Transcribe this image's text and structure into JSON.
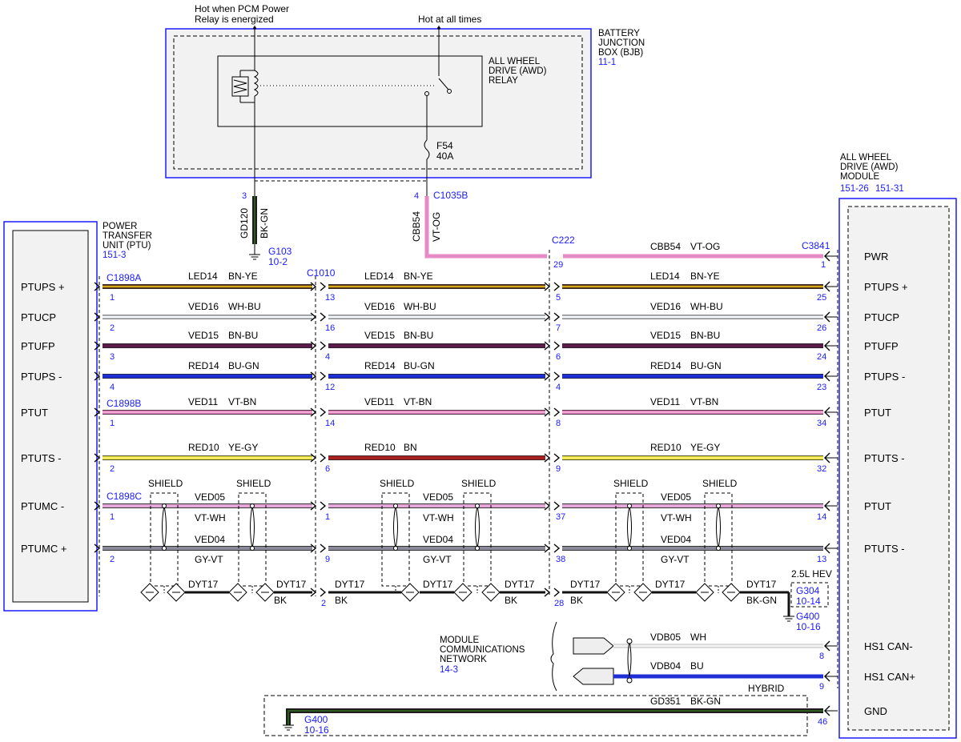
{
  "notes": {
    "hot_pcm": [
      "Hot when PCM Power",
      "Relay is energized"
    ],
    "hot_all": "Hot at all times"
  },
  "bjb": {
    "title": [
      "BATTERY",
      "JUNCTION",
      "BOX (BJB)"
    ],
    "ref": "11-1"
  },
  "relay": {
    "title": [
      "ALL WHEEL",
      "DRIVE (AWD)",
      "RELAY"
    ]
  },
  "fuse": {
    "name": "F54",
    "rating": "40A"
  },
  "ptu": {
    "title": [
      "POWER",
      "TRANSFER",
      "UNIT (PTU)"
    ],
    "ref": "151-3",
    "pins": [
      "PTUPS +",
      "PTUCP",
      "PTUFP",
      "PTUPS -",
      "PTUT",
      "PTUTS -",
      "PTUMC -",
      "PTUMC +"
    ]
  },
  "awd": {
    "title": [
      "ALL WHEEL",
      "DRIVE (AWD)",
      "MODULE"
    ],
    "refs": [
      "151-26",
      "151-31"
    ],
    "pins": [
      "PWR",
      "PTUPS +",
      "PTUCP",
      "PTUFP",
      "PTUPS -",
      "PTUT",
      "PTUTS -",
      "PTUT",
      "PTUTS -",
      "HS1 CAN-",
      "HS1 CAN+",
      "GND"
    ]
  },
  "connectors": {
    "c1898a": "C1898A",
    "c1898b": "C1898B",
    "c1898c": "C1898C",
    "c1010": "C1010",
    "c222": "C222",
    "c3841": "C3841",
    "c1035b": "C1035B"
  },
  "ground_pin": "3",
  "power_pin": "4",
  "gd120": {
    "circuit": "GD120",
    "color": "BK-GN"
  },
  "cbb54_vert": {
    "circuit": "CBB54",
    "color": "VT-OG"
  },
  "cbb54_horiz": {
    "circuit": "CBB54",
    "color": "VT-OG",
    "pin_c222": "29",
    "pin_awd": "1"
  },
  "g103": {
    "name": "G103",
    "ref": "10-2"
  },
  "wires": [
    {
      "seg1": {
        "circuit": "LED14",
        "color": "BN-YE"
      },
      "seg2": {
        "circuit": "LED14",
        "color": "BN-YE"
      },
      "seg3": {
        "circuit": "LED14",
        "color": "BN-YE"
      },
      "pins": [
        "1",
        "13",
        "5",
        "25"
      ]
    },
    {
      "seg1": {
        "circuit": "VED16",
        "color": "WH-BU"
      },
      "seg2": {
        "circuit": "VED16",
        "color": "WH-BU"
      },
      "seg3": {
        "circuit": "VED16",
        "color": "WH-BU"
      },
      "pins": [
        "2",
        "16",
        "7",
        "26"
      ]
    },
    {
      "seg1": {
        "circuit": "VED15",
        "color": "BN-BU"
      },
      "seg2": {
        "circuit": "VED15",
        "color": "BN-BU"
      },
      "seg3": {
        "circuit": "VED15",
        "color": "BN-BU"
      },
      "pins": [
        "3",
        "4",
        "6",
        "24"
      ]
    },
    {
      "seg1": {
        "circuit": "RED14",
        "color": "BU-GN"
      },
      "seg2": {
        "circuit": "RED14",
        "color": "BU-GN"
      },
      "seg3": {
        "circuit": "RED14",
        "color": "BU-GN"
      },
      "pins": [
        "4",
        "12",
        "4",
        "23"
      ]
    },
    {
      "seg1": {
        "circuit": "VED11",
        "color": "VT-BN"
      },
      "seg2": {
        "circuit": "VED11",
        "color": "VT-BN"
      },
      "seg3": {
        "circuit": "VED11",
        "color": "VT-BN"
      },
      "pins": [
        "1",
        "14",
        "8",
        "34"
      ]
    },
    {
      "seg1": {
        "circuit": "RED10",
        "color": "YE-GY"
      },
      "seg2": {
        "circuit": "RED10",
        "color": "BN"
      },
      "seg3": {
        "circuit": "RED10",
        "color": "YE-GY"
      },
      "pins": [
        "2",
        "6",
        "9",
        "32"
      ]
    }
  ],
  "twisted": {
    "shield": "SHIELD",
    "a": {
      "circuit": "VED05",
      "color": "VT-WH",
      "pins": [
        "1",
        "1",
        "37",
        "14"
      ]
    },
    "b": {
      "circuit": "VED04",
      "color": "GY-VT",
      "pins": [
        "2",
        "9",
        "38",
        "13"
      ]
    }
  },
  "drain": {
    "circuit": "DYT17",
    "c1": "BK",
    "c2": "BK",
    "c3": "BK",
    "c4": "BK",
    "c5": "BK-GN",
    "pin_c1010": "2",
    "pin_c222": "28",
    "hev": "2.5L HEV",
    "g304": {
      "name": "G304",
      "ref": "10-14"
    },
    "g400": {
      "name": "G400",
      "ref": "10-16"
    }
  },
  "network": {
    "title": [
      "MODULE",
      "COMMUNICATIONS",
      "NETWORK"
    ],
    "ref": "14-3"
  },
  "can": {
    "minus": {
      "circuit": "VDB05",
      "color": "WH",
      "pin": "8"
    },
    "plus": {
      "circuit": "VDB04",
      "color": "BU",
      "pin": "9"
    }
  },
  "hybrid": {
    "label": "HYBRID",
    "circuit": "GD351",
    "color": "BK-GN",
    "pin": "46",
    "g400": {
      "name": "G400",
      "ref": "10-16"
    }
  },
  "colors": {
    "bn_ye": "#6b3a1a",
    "ye": "#f2d21b",
    "wh_bu": "#dfe6ee",
    "bu": "#1f2fd6",
    "bn_bu": "#5c1a4a",
    "vt_bn": "#e07ab8",
    "ye_gy": "#e8e23a",
    "bn": "#a82020",
    "vt_wh": "#e6a6d8",
    "gy_vt": "#8a8a9a",
    "vt_og": "#e58ac4",
    "bk_gn": "#2d5a1f",
    "blue_text": "#1a1aff"
  }
}
